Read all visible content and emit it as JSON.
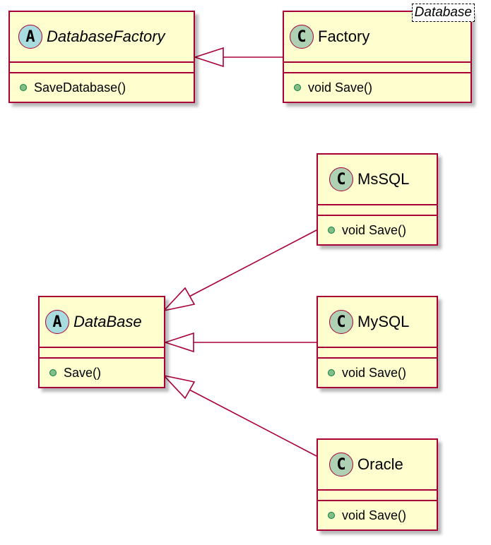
{
  "colors": {
    "border": "#a80036",
    "fill": "#fefece",
    "abstract_circle": "#a9dcdf",
    "class_circle": "#add1b2",
    "visibility_dot": "#84be84"
  },
  "classes": {
    "database_factory": {
      "kind": "A",
      "name": "DatabaseFactory",
      "member": "SaveDatabase()"
    },
    "factory": {
      "kind": "C",
      "name": "Factory",
      "stereotype": "Database",
      "member": "void Save()"
    },
    "mssql": {
      "kind": "C",
      "name": "MsSQL",
      "member": "void Save()"
    },
    "database": {
      "kind": "A",
      "name": "DataBase",
      "member": "Save()"
    },
    "mysql": {
      "kind": "C",
      "name": "MySQL",
      "member": "void Save()"
    },
    "oracle": {
      "kind": "C",
      "name": "Oracle",
      "member": "void Save()"
    }
  },
  "relations": [
    {
      "type": "generalization",
      "from": "Factory",
      "to": "DatabaseFactory"
    },
    {
      "type": "generalization",
      "from": "MsSQL",
      "to": "DataBase"
    },
    {
      "type": "generalization",
      "from": "MySQL",
      "to": "DataBase"
    },
    {
      "type": "generalization",
      "from": "Oracle",
      "to": "DataBase"
    }
  ]
}
